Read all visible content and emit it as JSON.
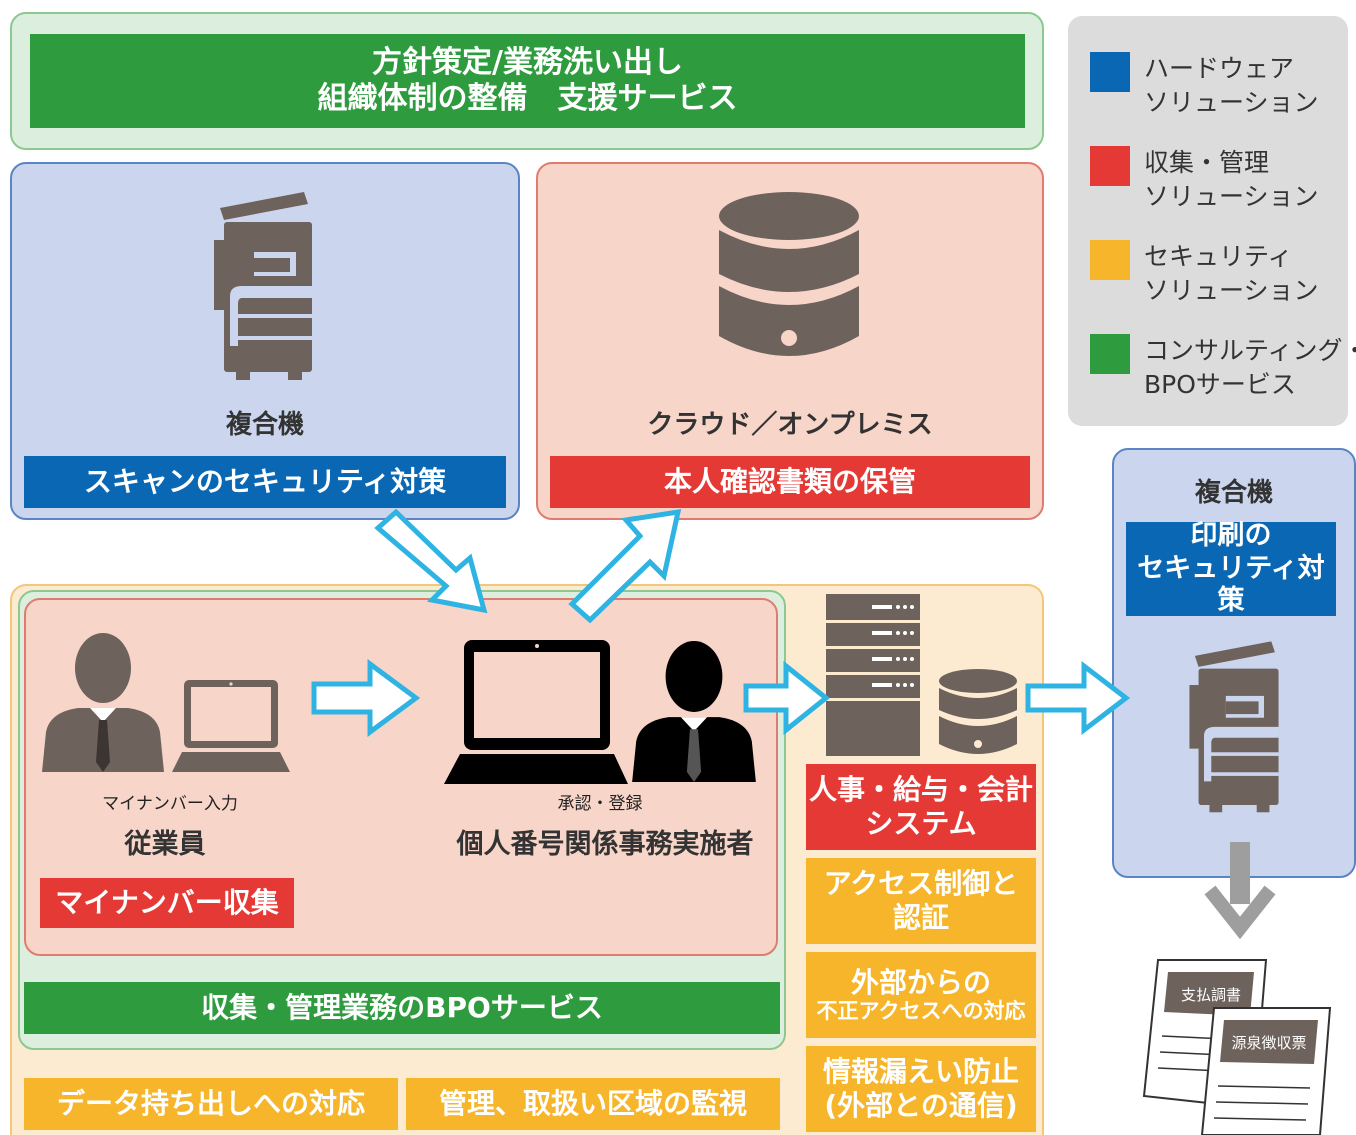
{
  "colors": {
    "blue": "#0a67b3",
    "red": "#e53935",
    "yellow": "#f6b52b",
    "green": "#2e9b3e",
    "arrow": "#2fb3e3",
    "icon": "#6e625c"
  },
  "top_banner": {
    "line1": "方針策定/業務洗い出し",
    "line2": "組織体制の整備　支援サービス"
  },
  "legend": [
    {
      "line1": "ハードウェア",
      "line2": "ソリューション",
      "color": "#0a67b3"
    },
    {
      "line1": "収集・管理",
      "line2": "ソリューション",
      "color": "#e53935"
    },
    {
      "line1": "セキュリティ",
      "line2": "ソリューション",
      "color": "#f6b52b"
    },
    {
      "line1": "コンサルティング・",
      "line2": "BPOサービス",
      "color": "#2e9b3e"
    }
  ],
  "mfp_panel": {
    "label": "複合機",
    "bar": "スキャンのセキュリティ対策"
  },
  "cloud_panel": {
    "label": "クラウド／オンプレミス",
    "bar": "本人確認書類の保管"
  },
  "print_panel": {
    "label": "複合機",
    "bar_line1": "印刷の",
    "bar_line2": "セキュリティ対策"
  },
  "employee": {
    "caption": "マイナンバー入力",
    "label": "従業員",
    "bar": "マイナンバー収集"
  },
  "officer": {
    "caption": "承認・登録",
    "label": "個人番号関係事務実施者"
  },
  "bpo_bar": "収集・管理業務のBPOサービス",
  "system_bar": {
    "line1": "人事・給与・会計",
    "line2": "システム"
  },
  "security_bars": [
    {
      "line1": "アクセス制御と",
      "line2": "認証"
    },
    {
      "line1": "外部からの",
      "line2": "不正アクセスへの対応"
    },
    {
      "line1": "情報漏えい防止",
      "line2": "(外部との通信)"
    }
  ],
  "bottom_bars": [
    "データ持ち出しへの対応",
    "管理、取扱い区域の監視"
  ],
  "documents": [
    "支払調書",
    "源泉徴収票"
  ]
}
